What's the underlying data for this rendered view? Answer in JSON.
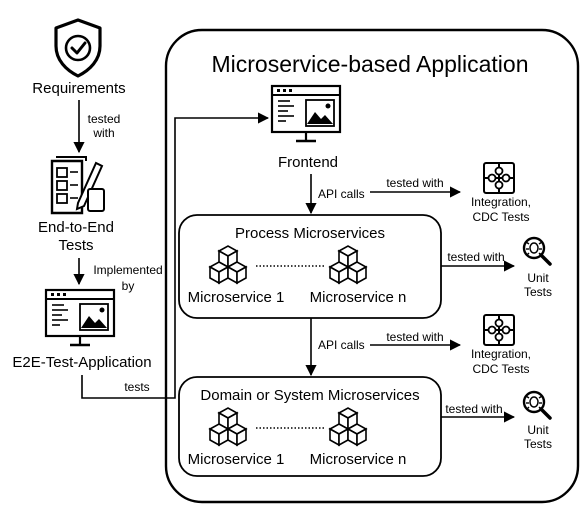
{
  "labels": {
    "requirements": "Requirements",
    "tested_with_1": "tested",
    "tested_with_2": "with",
    "e2e_tests_1": "End-to-End",
    "e2e_tests_2": "Tests",
    "implemented_1": "Implemented",
    "implemented_2": "by",
    "e2e_app": "E2E-Test-Application",
    "tests": "tests",
    "app_title": "Microservice-based Application",
    "frontend": "Frontend",
    "api_calls_top": "API calls",
    "api_calls_mid": "API calls",
    "tested_with_integration_top": "tested with",
    "tested_with_integration_mid": "tested with",
    "integration_top_1": "Integration,",
    "integration_top_2": "CDC Tests",
    "integration_mid_1": "Integration,",
    "integration_mid_2": "CDC Tests",
    "process_title": "Process Microservices",
    "process_ms1": "Microservice 1",
    "process_msn": "Microservice n",
    "tested_with_unit_top": "tested with",
    "unit_top_1": "Unit",
    "unit_top_2": "Tests",
    "domain_title": "Domain or System Microservices",
    "domain_ms1": "Microservice 1",
    "domain_msn": "Microservice n",
    "tested_with_unit_bottom": "tested with",
    "unit_bottom_1": "Unit",
    "unit_bottom_2": "Tests"
  },
  "icons": {
    "requirements": "shield-check-icon",
    "e2e_tests": "test-document-icon",
    "app_window": "browser-window-icon",
    "integration": "puzzle-icon",
    "unit": "magnifier-bug-icon",
    "microservice": "cubes-icon"
  },
  "colors": {
    "stroke": "#000000",
    "background": "#ffffff"
  }
}
